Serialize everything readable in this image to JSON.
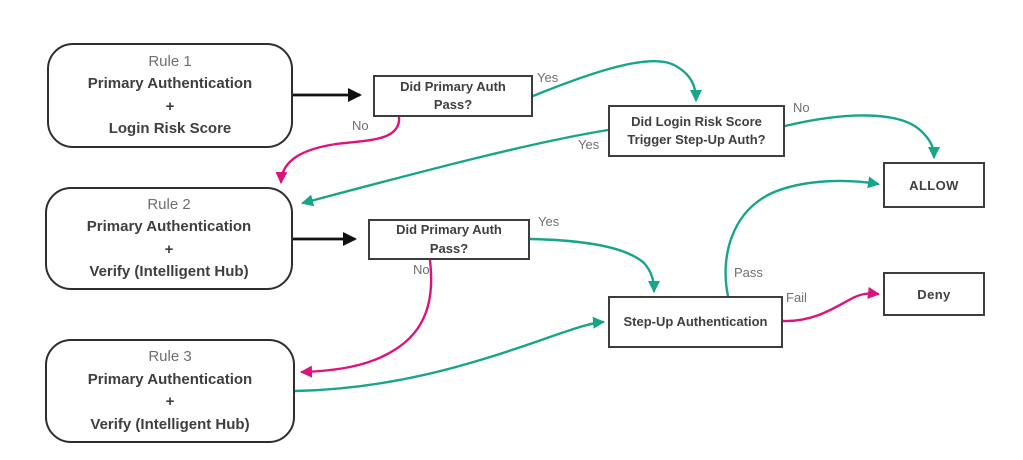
{
  "diagram": {
    "type": "flowchart",
    "colors": {
      "teal": "#17a589",
      "pink": "#df127c",
      "black": "#111111"
    },
    "nodes": {
      "rule1": {
        "heading": "Rule 1",
        "line1": "Primary Authentication",
        "plus": "+",
        "line2": "Login Risk Score"
      },
      "rule2": {
        "heading": "Rule 2",
        "line1": "Primary Authentication",
        "plus": "+",
        "line2": "Verify (Intelligent Hub)"
      },
      "rule3": {
        "heading": "Rule 3",
        "line1": "Primary Authentication",
        "plus": "+",
        "line2": "Verify (Intelligent Hub)"
      },
      "decision1": {
        "label": "Did Primary Auth Pass?"
      },
      "risk_decision": {
        "label": "Did Login Risk Score Trigger Step-Up Auth?"
      },
      "decision2": {
        "label": "Did Primary Auth Pass?"
      },
      "stepup": {
        "label": "Step-Up Authentication"
      },
      "allow": {
        "label": "ALLOW"
      },
      "deny": {
        "label": "Deny"
      }
    },
    "edge_labels": {
      "decision1_yes": "Yes",
      "decision1_no": "No",
      "risk_yes": "Yes",
      "risk_no": "No",
      "decision2_yes": "Yes",
      "decision2_no": "No",
      "stepup_pass": "Pass",
      "stepup_fail": "Fail"
    }
  }
}
